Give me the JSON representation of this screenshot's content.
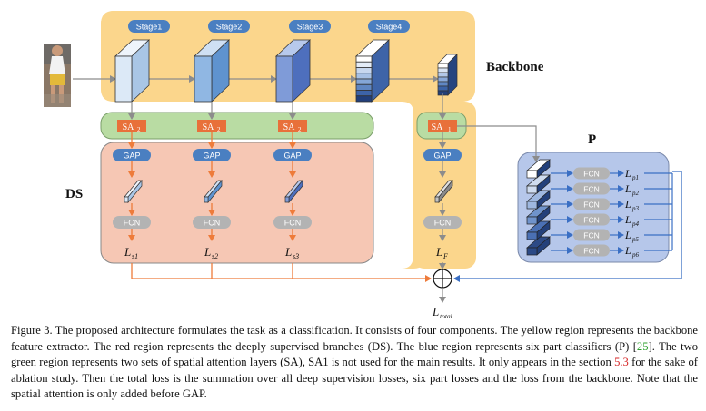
{
  "diagram": {
    "stages": [
      "Stage1",
      "Stage2",
      "Stage3",
      "Stage4"
    ],
    "region_labels": {
      "backbone": "Backbone",
      "ds": "DS",
      "p": "P"
    },
    "sa2": "SA",
    "sa2_sub": "2",
    "sa1": "SA",
    "sa1_sub": "1",
    "gap": "GAP",
    "fcn": "FCN",
    "loss_symbol": "L",
    "ds_losses": [
      "s1",
      "s2",
      "s3"
    ],
    "main_loss": "F",
    "part_losses": [
      "p1",
      "p2",
      "p3",
      "p4",
      "p5",
      "p6"
    ],
    "total_loss": "total",
    "sum_symbol": "⊕",
    "colors": {
      "backbone": "#fbd68c",
      "ds": "#f6c7b4",
      "p": "#b6c7ea",
      "sa_region": "#b9dca3",
      "pill_blue": "#4a7fc1",
      "sa_box": "#e8703a",
      "fcn_gray": "#b3b3b3",
      "arrow_orange": "#ee7b3a",
      "arrow_blue": "#3a6fc4",
      "arrow_gray": "#8c8c8c"
    }
  },
  "caption": {
    "part1": "Figure 3. The proposed architecture formulates the task as a classification. It consists of four components. The yellow region represents the backbone feature extractor. The red region represents the deeply supervised branches (DS). The blue region represents six part classifiers (P) [",
    "ref": "25",
    "part2": "]. The two green region represents two sets of spatial attention layers (SA), SA1 is not used for the main results. It only appears in the section ",
    "section": "5.3",
    "part3": " for the sake of ablation study. Then the total loss is the summation over all deep supervision losses, six part losses and the loss from the backbone. Note that the spatial attention is only added before GAP."
  }
}
